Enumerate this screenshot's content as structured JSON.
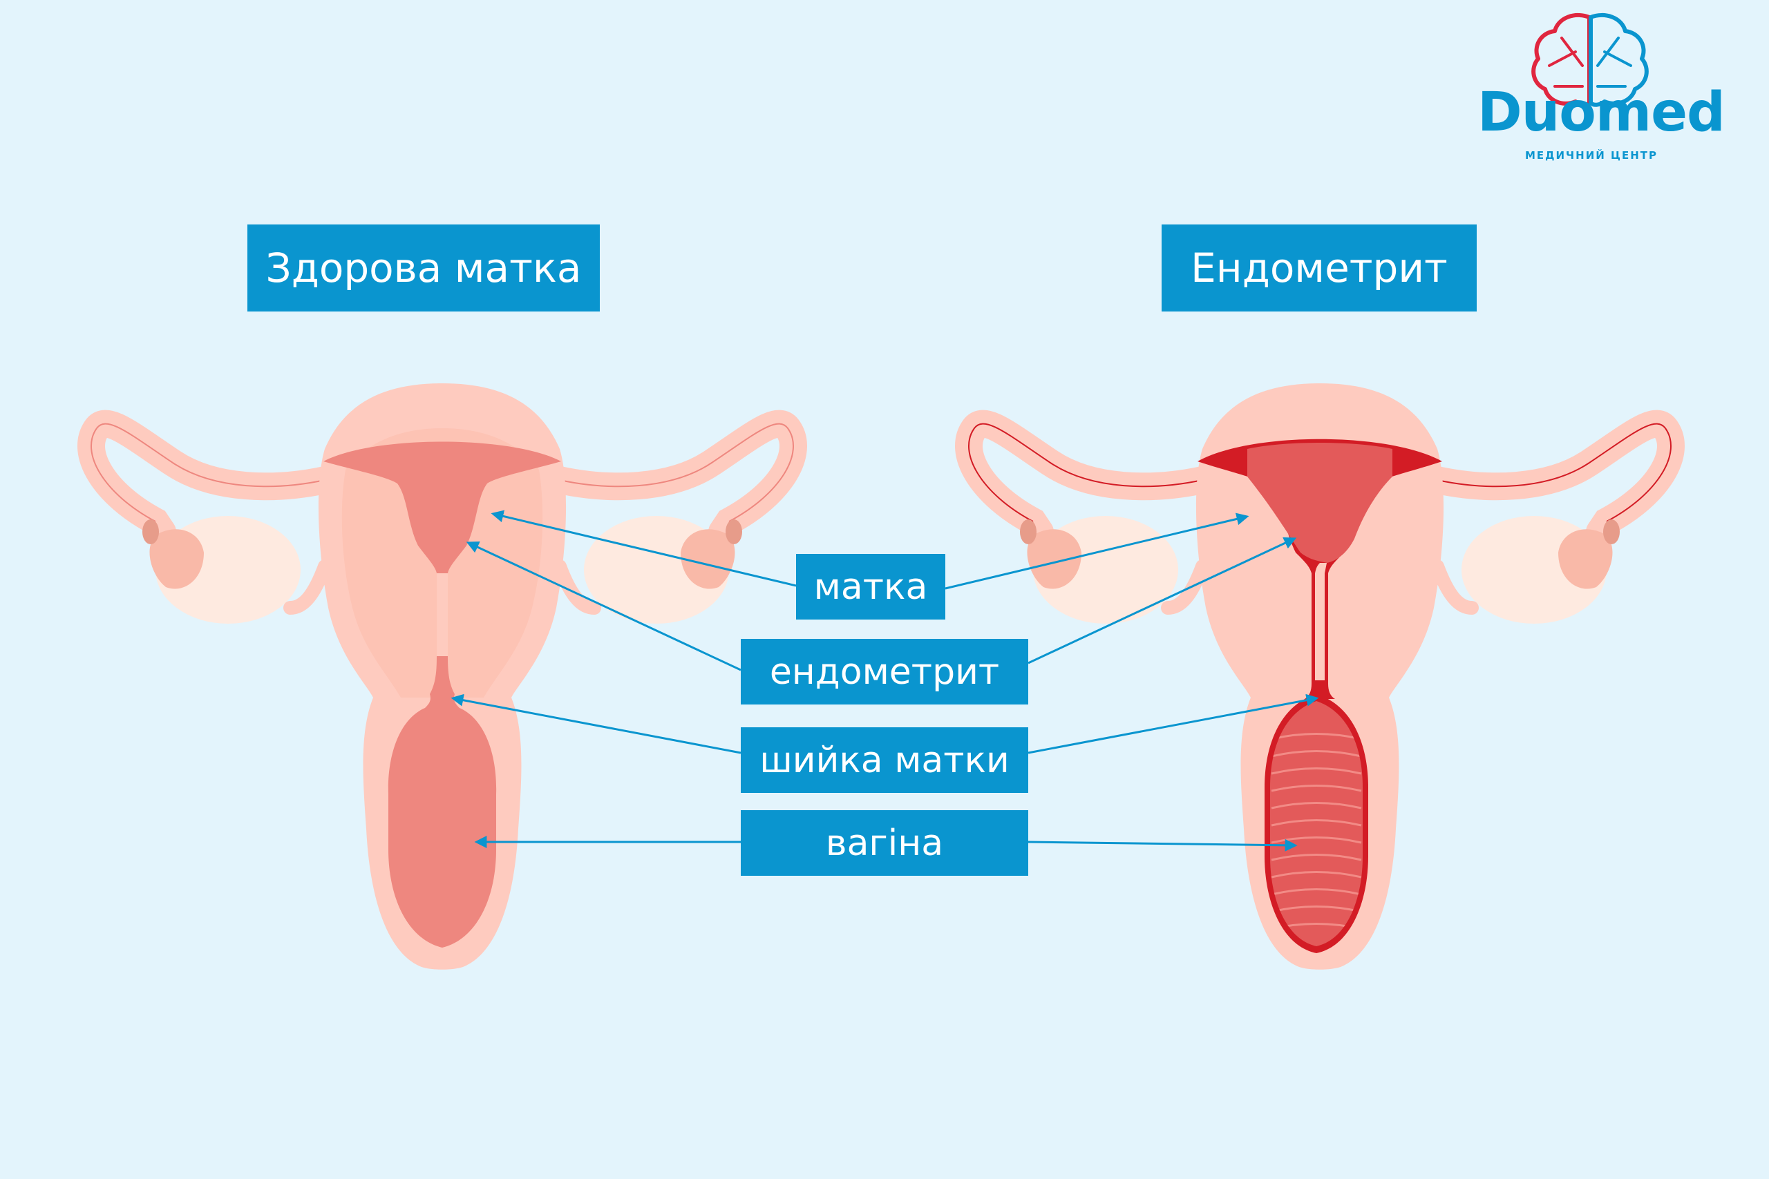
{
  "brand": {
    "name": "Duomed",
    "subtitle": "МЕДИЧНИЙ ЦЕНТР",
    "colors": {
      "primary": "#0a95cf",
      "secondary": "#e0263f"
    }
  },
  "titles": {
    "healthy": "Здорова матка",
    "disease": "Ендометрит"
  },
  "labels": {
    "uterus": "матка",
    "endometrium": "ендометрит",
    "cervix": "шийка матки",
    "vagina": "вагіна"
  },
  "colors": {
    "background": "#e3f4fc",
    "tissue_outer": "#fecbbf",
    "tissue_inner": "#fdc3b4",
    "cavity_healthy": "#ee877f",
    "cavity_disease": "#e35a5a",
    "inflamed_lining": "#d31c25",
    "ovary": "#feeae0",
    "arrow": "#0a95cf"
  }
}
